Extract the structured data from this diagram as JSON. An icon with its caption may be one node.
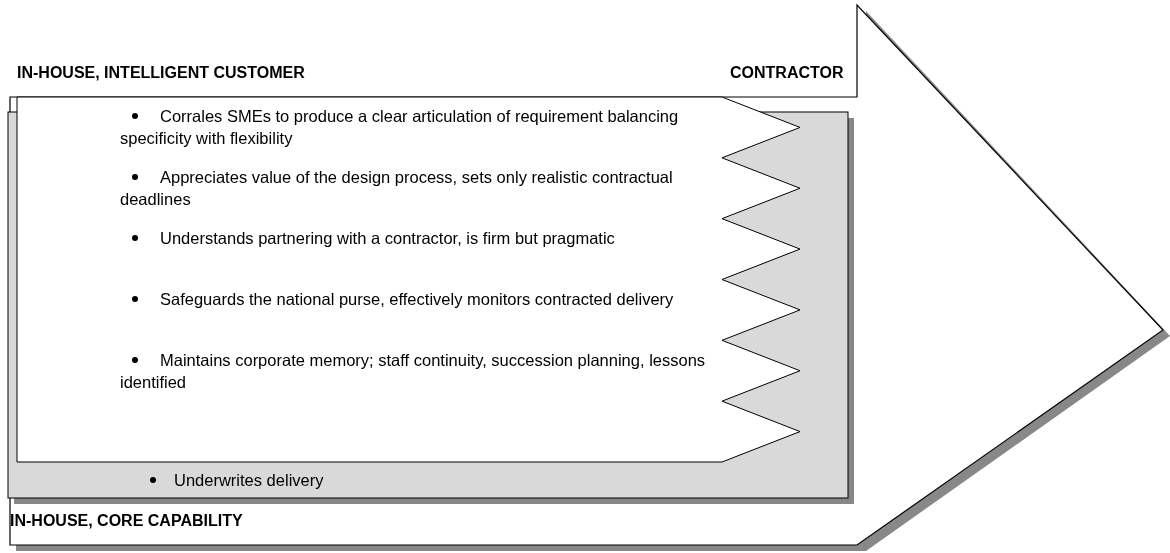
{
  "diagram": {
    "nodes": [
      {
        "text": [
          "CONTRACTOR"
        ]
      },
      {
        "text": [
          "IN-HOUSE, INTELLIGENT CUSTOMER",
          "Corrales SMEs to produce a clear articulation of requirement balancing specificity with flexibility",
          "Appreciates value of the design process, sets only realistic contractual deadlines",
          "Understands partnering with a contractor, is firm but pragmatic",
          "Safeguards the national purse, effectively monitors contracted delivery",
          "Maintains corporate memory; staff continuity, succession planning, lessons identified"
        ],
        "in": 0
      },
      {
        "text": [
          "Underwrites delivery",
          "IN-HOUSE, CORE CAPABILITY"
        ],
        "in": 0
      }
    ]
  }
}
